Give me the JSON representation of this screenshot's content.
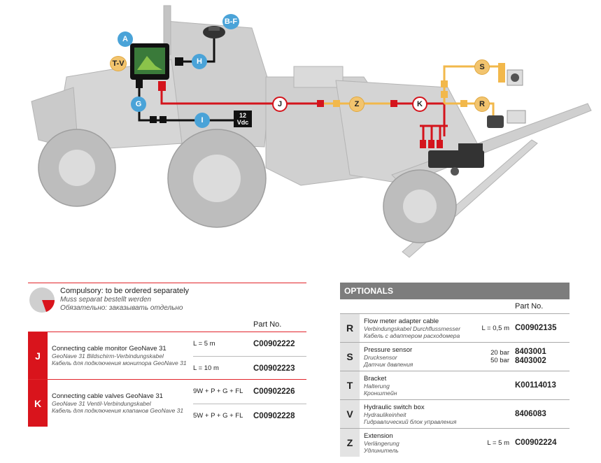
{
  "diagram": {
    "labels": {
      "A": "A",
      "BF": "B-F",
      "TV": "T-V",
      "H": "H",
      "G": "G",
      "I": "I",
      "J": "J",
      "Z": "Z",
      "K": "K",
      "S": "S",
      "R": "R"
    },
    "power": {
      "line1": "12",
      "line2": "Vdc"
    },
    "colors": {
      "blue": "#4aa3d8",
      "red": "#d4141c",
      "orange": "#f2b84b",
      "grey": "#c8c8c8"
    }
  },
  "compulsory": {
    "legend": {
      "en": "Compulsory: to be ordered separately",
      "de": "Muss separat bestellt werden",
      "ru": "Обязательно: заказывать отдельно"
    },
    "partno_header": "Part No.",
    "rows": [
      {
        "letter": "J",
        "en": "Connecting cable monitor GeoNave 31",
        "de": "GeoNave 31 Bildschirm-Verbindungskabel",
        "ru": "Кабель для подключения монитора GeoNave 31",
        "variants": [
          {
            "spec": "L = 5 m",
            "part_no": "C00902222"
          },
          {
            "spec": "L = 10 m",
            "part_no": "C00902223"
          }
        ]
      },
      {
        "letter": "K",
        "en": "Connecting cable valves GeoNave 31",
        "de": "GeoNave 31 Ventil-Verbindungskabel",
        "ru": "Кабель для подключения клапанов GeoNave 31",
        "variants": [
          {
            "spec": "9W + P + G + FL",
            "part_no": "C00902226"
          },
          {
            "spec": "5W + P + G + FL",
            "part_no": "C00902228"
          }
        ]
      }
    ]
  },
  "optionals": {
    "title": "OPTIONALS",
    "partno_header": "Part No.",
    "rows": [
      {
        "letter": "R",
        "en": "Flow meter adapter cable",
        "de": "Verbindungskabel Durchflussmesser",
        "ru": "Кабель с адаптером расходомера",
        "spec": [
          "L = 0,5 m"
        ],
        "part_nos": [
          "C00902135"
        ]
      },
      {
        "letter": "S",
        "en": "Pressure sensor",
        "de": "Drucksensor",
        "ru": "Датчик давления",
        "spec": [
          "20 bar",
          "50 bar"
        ],
        "part_nos": [
          "8403001",
          "8403002"
        ]
      },
      {
        "letter": "T",
        "en": "Bracket",
        "de": "Halterung",
        "ru": "Кронштейн",
        "spec": [],
        "part_nos": [
          "K00114013"
        ]
      },
      {
        "letter": "V",
        "en": "Hydraulic switch box",
        "de": "Hydraulikeinheit",
        "ru": "Гидравлический блок управления",
        "spec": [],
        "part_nos": [
          "8406083"
        ]
      },
      {
        "letter": "Z",
        "en": "Extension",
        "de": "Verlängerung",
        "ru": "Удлинитель",
        "spec": [
          "L = 5 m"
        ],
        "part_nos": [
          "C00902224"
        ]
      }
    ]
  }
}
